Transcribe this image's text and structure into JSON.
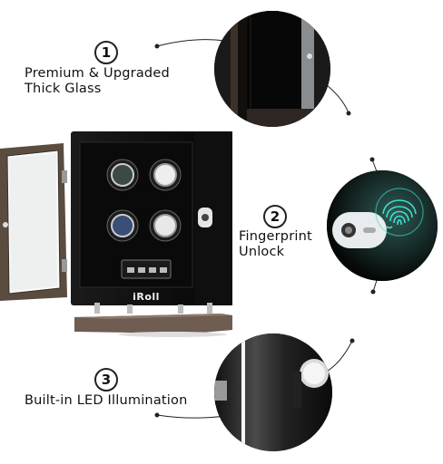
{
  "brand": "iRoll",
  "features": [
    {
      "number": "1",
      "line1": "Premium & Upgraded",
      "line2": "Thick Glass"
    },
    {
      "number": "2",
      "line1": "Fingerprint",
      "line2": "Unlock"
    },
    {
      "number": "3",
      "line1": "Built-in LED Illumination",
      "line2": ""
    }
  ],
  "colors": {
    "wood": "#6b5a4c",
    "cabinet": "#121212",
    "fingerprint_glow": "#39d6c4",
    "steel": "#b9bcbf"
  }
}
